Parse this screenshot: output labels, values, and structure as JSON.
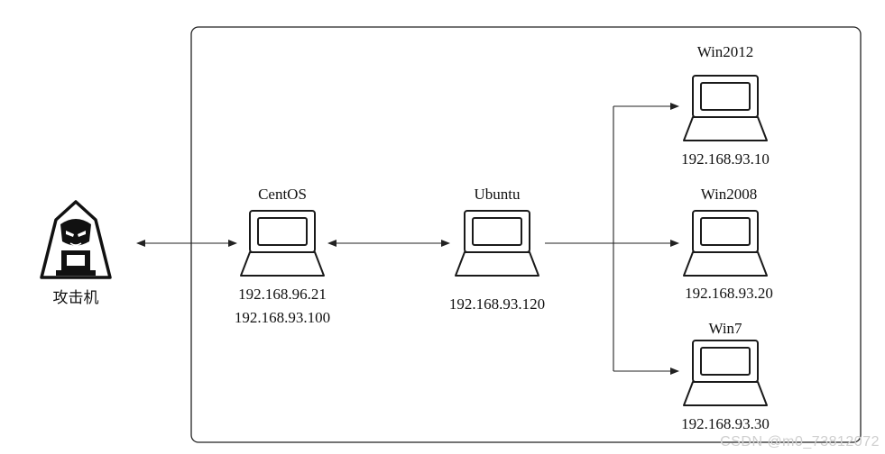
{
  "attacker": {
    "label": "攻击机"
  },
  "nodes": {
    "centos": {
      "name": "CentOS",
      "ips": [
        "192.168.96.21",
        "192.168.93.100"
      ]
    },
    "ubuntu": {
      "name": "Ubuntu",
      "ips": [
        "192.168.93.120"
      ]
    },
    "win2012": {
      "name": "Win2012",
      "ips": [
        "192.168.93.10"
      ]
    },
    "win2008": {
      "name": "Win2008",
      "ips": [
        "192.168.93.20"
      ]
    },
    "win7": {
      "name": "Win7",
      "ips": [
        "192.168.93.30"
      ]
    }
  },
  "watermark": "CSDN @m0_73812072"
}
